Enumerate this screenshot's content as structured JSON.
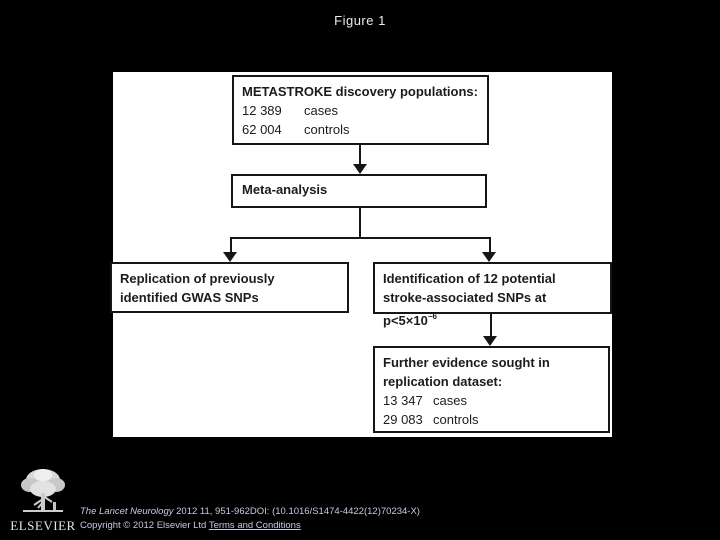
{
  "figure": {
    "title": "Figure 1"
  },
  "flowchart": {
    "discovery": {
      "heading": "METASTROKE discovery populations:",
      "rows": [
        {
          "value": "12 389",
          "label": "cases"
        },
        {
          "value": "62 004",
          "label": "controls"
        }
      ]
    },
    "meta_analysis": {
      "label": "Meta-analysis"
    },
    "replication": {
      "line1": "Replication of previously",
      "line2": "identified GWAS SNPs"
    },
    "identification": {
      "line1": "Identification of 12 potential",
      "line2": "stroke-associated SNPs at p<5×10",
      "exponent": "−6"
    },
    "further_evidence": {
      "heading1": "Further evidence sought in",
      "heading2": "replication dataset:",
      "rows": [
        {
          "value": "13 347",
          "label": "cases"
        },
        {
          "value": "29 083",
          "label": "controls"
        }
      ]
    }
  },
  "footer": {
    "journal": "The Lancet Neurology",
    "citation": " 2012 11, 951-962DOI: (10.1016/S1474-4422(12)70234-X)",
    "copyright": "Copyright © 2012 Elsevier Ltd ",
    "terms_link": "Terms and Conditions",
    "logo_wordmark": "ELSEVIER"
  },
  "colors": {
    "background": "#000000",
    "panel": "#ffffff",
    "box_border": "#161616",
    "flow_text": "#1c1c1c",
    "caption_text": "#c9c9e2",
    "title_text": "#ececec"
  }
}
